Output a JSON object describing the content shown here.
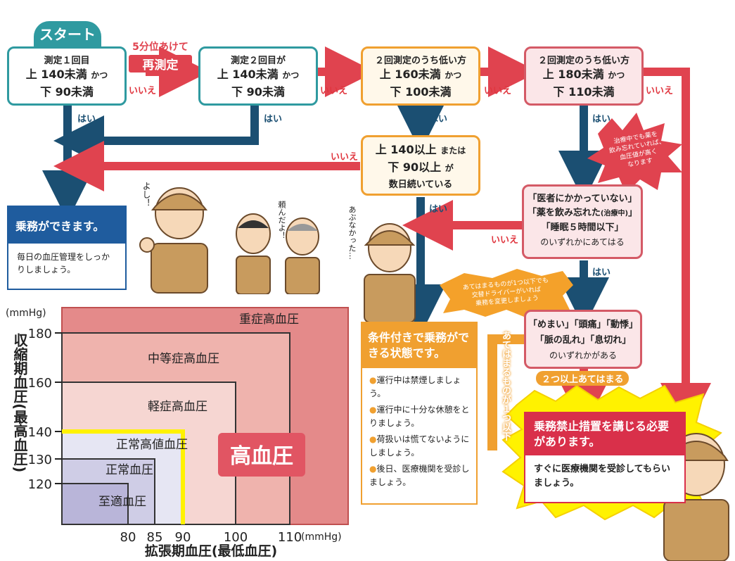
{
  "start_label": "スタート",
  "retest": {
    "line1": "5分位あけて",
    "line2": "再測定"
  },
  "boxes": {
    "m1": {
      "head": "測定１回目",
      "l1": "上 140未満",
      "l1b": "かつ",
      "l2": "下 90未満"
    },
    "m2": {
      "head": "測定２回目が",
      "l1": "上 140未満",
      "l1b": "かつ",
      "l2": "下 90未満"
    },
    "m3": {
      "head": "２回測定のうち低い方",
      "l1": "上 160未満",
      "l1b": "かつ",
      "l2": "下 100未満"
    },
    "m4": {
      "head": "２回測定のうち低い方",
      "l1": "上 180未満",
      "l1b": "かつ",
      "l2": "下 110未満"
    },
    "m5": {
      "l1": "上 140以上",
      "l1b": "または",
      "l2": "下 90以上",
      "l2b": "が",
      "l3": "数日続いている"
    },
    "q1": {
      "l1": "「医者にかかっていない」",
      "l2a": "「薬を飲み忘れた",
      "l2b": "(治療中)",
      "l2c": "」",
      "l3": "「睡眠５時間以下」",
      "l4": "のいずれかにあてはる"
    },
    "q2": {
      "l1": "「めまい」「頭痛」「動悸」",
      "l2": "「脈の乱れ」「息切れ」",
      "l3": "のいずれかがある"
    }
  },
  "labels": {
    "yes": "はい",
    "no": "いいえ"
  },
  "burst1": {
    "lines": [
      "治療中でも薬を",
      "飲み忘れていれば、",
      "血圧値が高く",
      "なります"
    ]
  },
  "burst2": {
    "lines": [
      "あてはまるものが1つ以下でも",
      "交替ドライバーがいれば",
      "乗務を変更しましょう"
    ]
  },
  "one_or_less": "あてはまるものが１つ以下",
  "two_or_more": "２つ以上あてはまる",
  "speech": {
    "yoshi": "よし！",
    "tanomu": "頼んだよ！",
    "abunakatta": "あぶなかった…"
  },
  "ok_card": {
    "title": "乗務ができます。",
    "body": "毎日の血圧管理をしっかりしましょう。"
  },
  "cond_card": {
    "title": "条件付きで乗務ができる状態です。",
    "items": [
      "運行中は禁煙しましょう。",
      "運行中に十分な休憩をとりましょう。",
      "荷扱いは慌てないようにしましょう。",
      "後日、医療機関を受診しましょう。"
    ]
  },
  "ban_card": {
    "title": "乗務禁止措置を講じる必要があります。",
    "body": "すぐに医療機関を受診してもらいましょう。"
  },
  "colors": {
    "teal": "#2f9aa0",
    "orange": "#f0a030",
    "pink": "#d45a66",
    "arrow_red": "#e0434f",
    "arrow_navy": "#1b4f72",
    "ban_red": "#d9304a",
    "yellow": "#fff200"
  },
  "chart_data": {
    "type": "area",
    "ylabel": "収縮期血圧(最高血圧)",
    "xlabel": "拡張期血圧(最低血圧)",
    "yunit": "(mmHg)",
    "xunit": "(mmHg)",
    "y_ticks": [
      120,
      130,
      140,
      160,
      180
    ],
    "x_ticks": [
      80,
      85,
      90,
      100,
      110
    ],
    "categories": [
      {
        "name": "重症高血圧",
        "y_upper": null,
        "x_upper": null,
        "color": "#e48a8a"
      },
      {
        "name": "中等症高血圧",
        "y_upper": 180,
        "x_upper": 110,
        "color": "#efb3ad"
      },
      {
        "name": "軽症高血圧",
        "y_upper": 160,
        "x_upper": 100,
        "color": "#f6d6d2"
      },
      {
        "name": "正常高値血圧",
        "y_upper": 140,
        "x_upper": 90,
        "color": "#e6e6f3"
      },
      {
        "name": "正常血圧",
        "y_upper": 130,
        "x_upper": 85,
        "color": "#cfcde6"
      },
      {
        "name": "至適血圧",
        "y_upper": 120,
        "x_upper": 80,
        "color": "#b9b5d9"
      }
    ],
    "hypertension_label": "高血圧"
  }
}
